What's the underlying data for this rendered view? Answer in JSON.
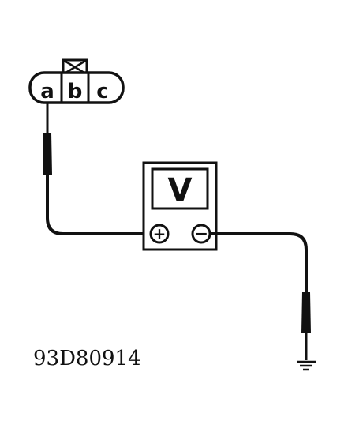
{
  "connector": {
    "pins": [
      "a",
      "b",
      "c"
    ]
  },
  "meter": {
    "display": "V",
    "positive_terminal": "+",
    "negative_terminal": "−"
  },
  "figure_id": "93D80914"
}
